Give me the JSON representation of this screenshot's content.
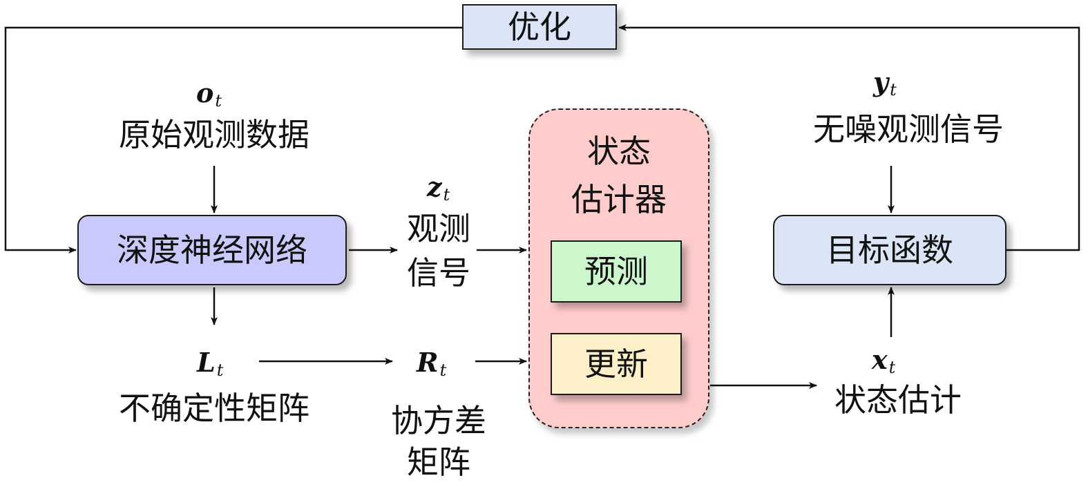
{
  "colors": {
    "optimize_box": "#dbe5f5",
    "dnn_box": "#c9c9fb",
    "estimator_box": "#ffcccc",
    "predict_box": "#ccf7cc",
    "update_box": "#fdf0c8",
    "objective_box": "#dbe5f5",
    "line": "#111111"
  },
  "nodes": {
    "optimize": "优化",
    "dnn": "深度神经网络",
    "estimator_title_1": "状态",
    "estimator_title_2": "估计器",
    "predict": "预测",
    "update": "更新",
    "objective": "目标函数"
  },
  "labels": {
    "raw_sym": "o",
    "raw_sub": "t",
    "raw_text": "原始观测数据",
    "obs_sym": "z",
    "obs_sub": "t",
    "obs_text_1": "观测",
    "obs_text_2": "信号",
    "unc_sym": "L",
    "unc_sub": "t",
    "unc_text": "不确定性矩阵",
    "cov_sym": "R",
    "cov_sub": "t",
    "cov_text_1": "协方差",
    "cov_text_2": "矩阵",
    "clean_sym": "y",
    "clean_sub": "t",
    "clean_text": "无噪观测信号",
    "state_sym": "x",
    "state_sub": "t",
    "state_text": "状态估计"
  }
}
